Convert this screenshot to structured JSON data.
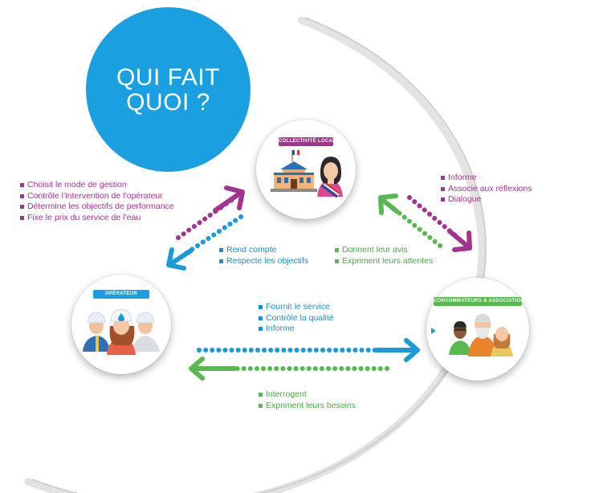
{
  "title": {
    "line1": "QUI FAIT",
    "line2": "QUOI ?"
  },
  "colors": {
    "blue": "#1aa0e0",
    "purple": "#a3338f",
    "green": "#57b94f"
  },
  "nodes": {
    "collectivite": {
      "label": "COLLECTIVITÉ LOCALE",
      "icon": "town-hall-mayor-icon"
    },
    "operateur": {
      "label": "OPÉRATEUR",
      "icon": "workers-icon"
    },
    "consommateurs": {
      "label": "CONSOMMATEURS & ASSOCIATIONS",
      "icon": "consumers-group-icon"
    }
  },
  "lists": {
    "collectivite_to_operateur": [
      "Choisit le mode de gestion",
      "Contrôle l’intervention de l’opérateur",
      "Détermine les objectifs de performance",
      "Fixe le prix du service de l’eau"
    ],
    "operateur_to_collectivite": [
      "Rend compte",
      "Respecte les objectifs"
    ],
    "collectivite_to_consommateurs": [
      "Informe",
      "Associe aux réflexions",
      "Dialogue"
    ],
    "consommateurs_to_collectivite": [
      "Donnent leur avis",
      "Expriment leurs attentes"
    ],
    "operateur_to_consommateurs": [
      "Fournit le service",
      "Contrôle la qualité",
      "Informe"
    ],
    "consommateurs_to_operateur": [
      "Interrogent",
      "Expriment leurs besoins"
    ]
  }
}
